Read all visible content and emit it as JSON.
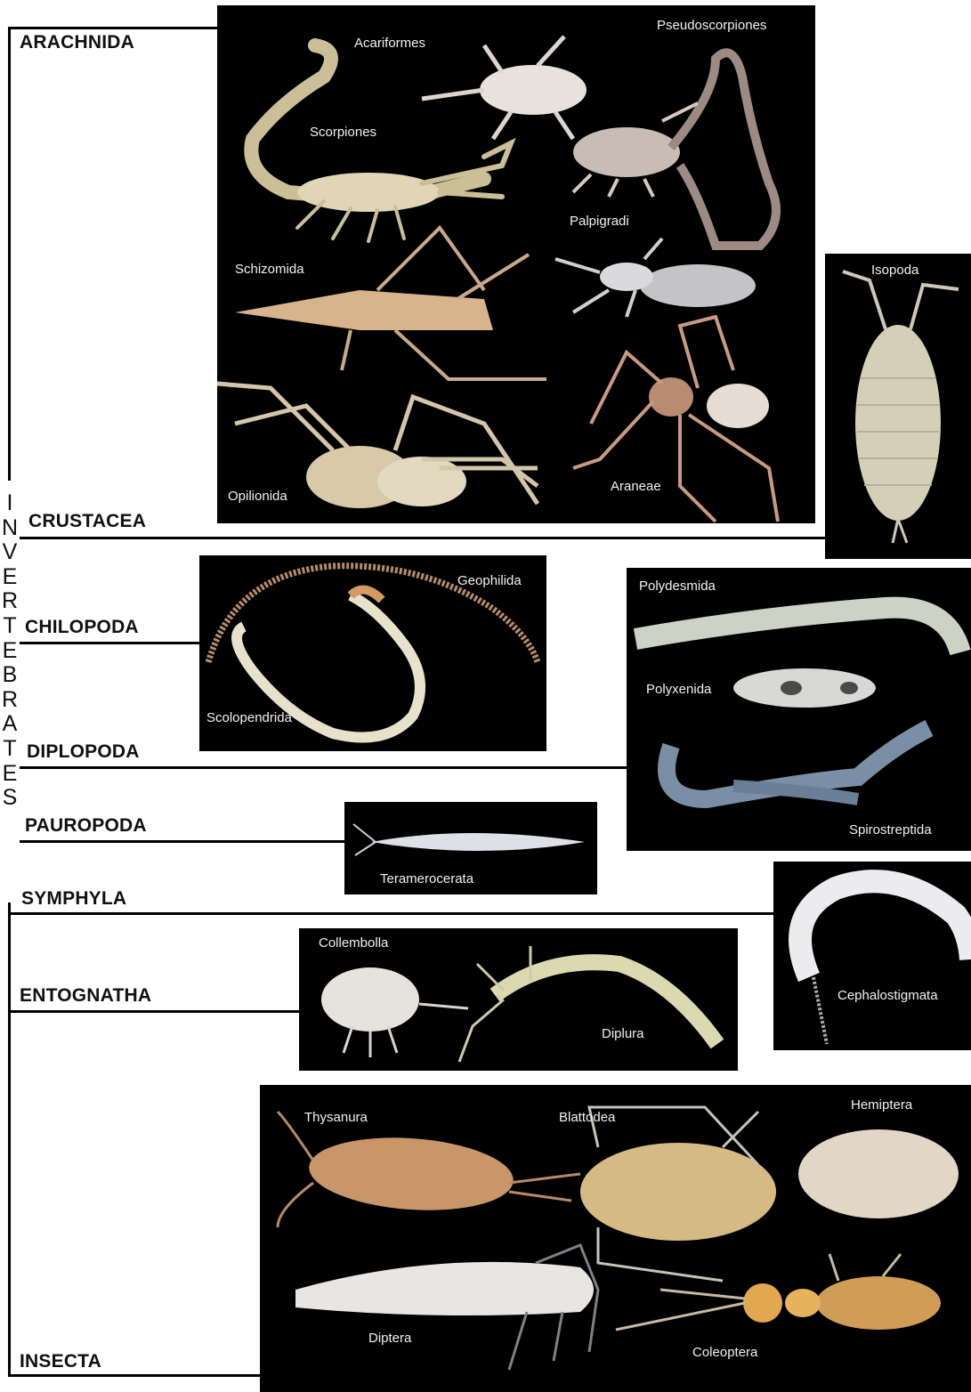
{
  "vertical_label": "INVERTEBRATES",
  "groups": {
    "arachnida": "ARACHNIDA",
    "crustacea": "CRUSTACEA",
    "chilopoda": "CHILOPODA",
    "diplopoda": "DIPLOPODA",
    "pauropoda": "PAUROPODA",
    "symphyla": "SYMPHYLA",
    "entognatha": "ENTOGNATHA",
    "insecta": "INSECTA"
  },
  "taxa": {
    "acariformes": "Acariformes",
    "pseudoscorpiones": "Pseudoscorpiones",
    "scorpiones": "Scorpiones",
    "palpigradi": "Palpigradi",
    "schizomida": "Schizomida",
    "opilionida": "Opilionida",
    "araneae": "Araneae",
    "isopoda": "Isopoda",
    "geophilida": "Geophilida",
    "scolopendrida": "Scolopendrida",
    "polydesmida": "Polydesmida",
    "polyxenida": "Polyxenida",
    "spirostreptida": "Spirostreptida",
    "teramerocerata": "Teramerocerata",
    "cephalostigmata": "Cephalostigmata",
    "collembola": "Collembolla",
    "diplura": "Diplura",
    "thysanura": "Thysanura",
    "blattodea": "Blattodea",
    "hemiptera": "Hemiptera",
    "diptera": "Diptera",
    "coleoptera": "Coleoptera"
  }
}
